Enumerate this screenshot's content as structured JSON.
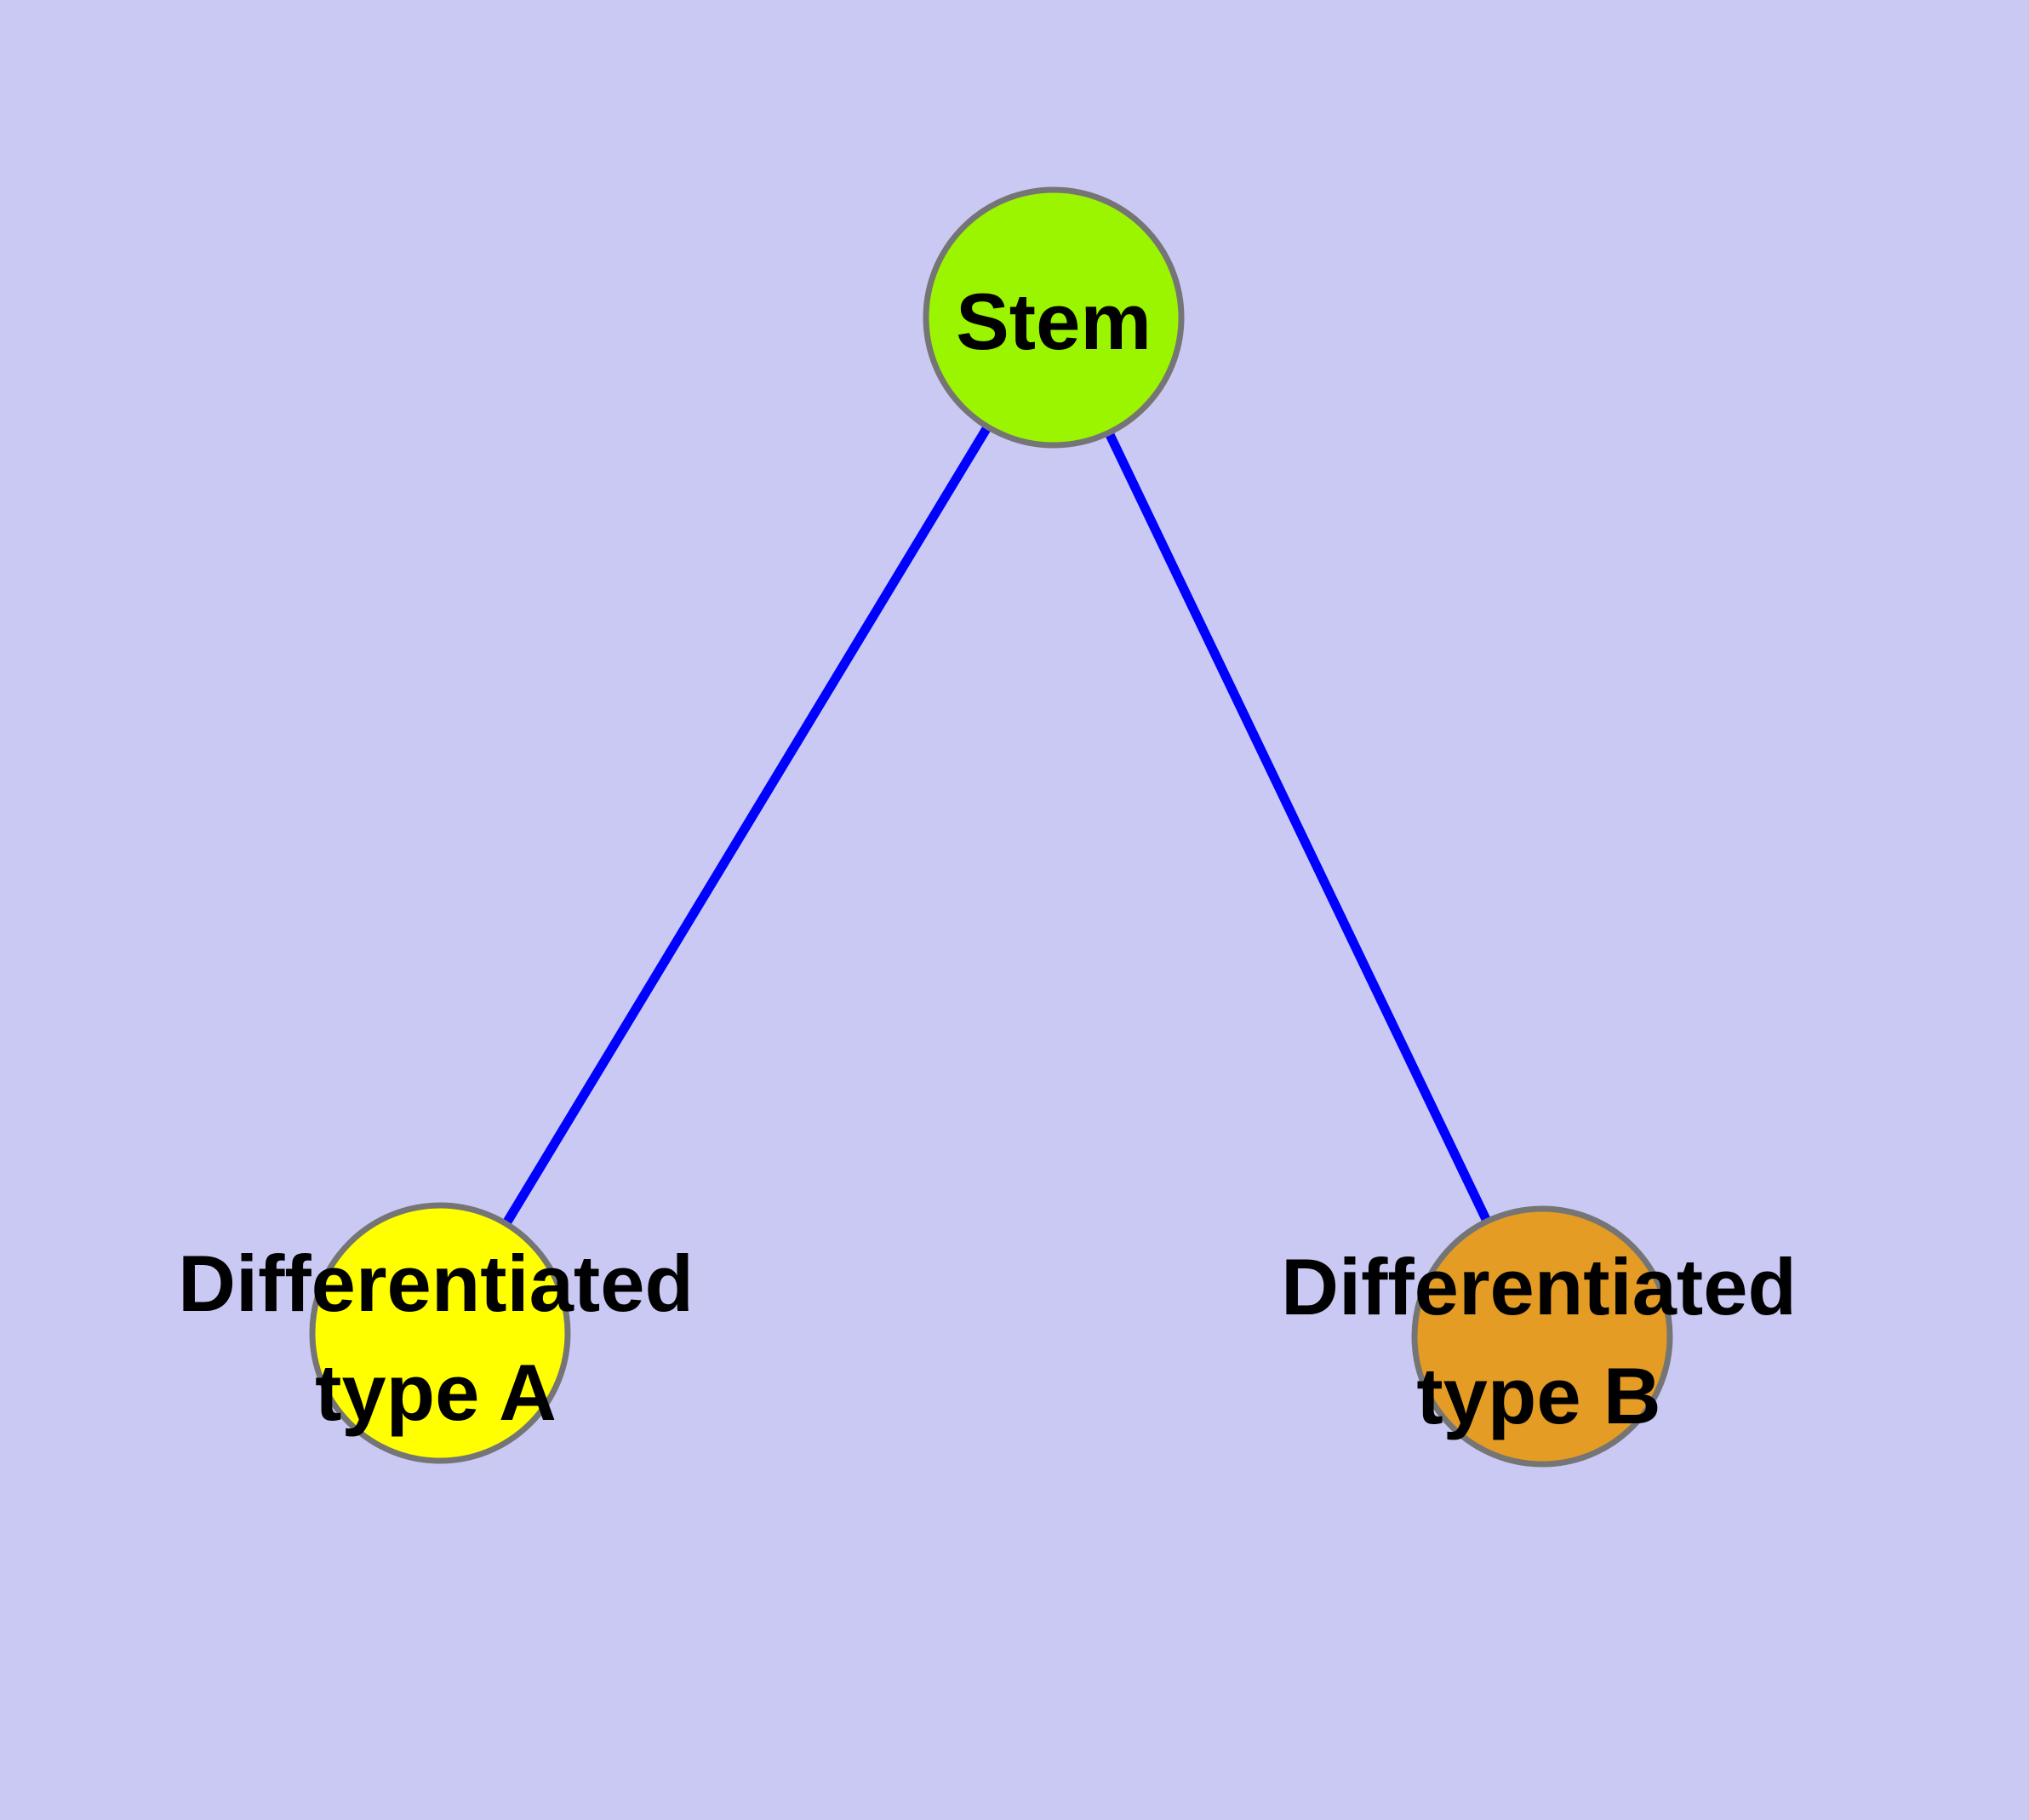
{
  "canvas": {
    "background_color": "#cac9f4"
  },
  "graph": {
    "node_border_color": "#757575",
    "edge_color": "#0000ff",
    "label_color": "#000000",
    "nodes": {
      "stem": {
        "label": "Stem",
        "fill": "#9bf500"
      },
      "type_a": {
        "label_line1": "Differentiated",
        "label_line2": "type A",
        "fill": "#ffff00"
      },
      "type_b": {
        "label_line1": "Differentiated",
        "label_line2": "type B",
        "fill": "#e49c24"
      }
    },
    "edges": [
      {
        "from": "Stem",
        "to": "Differentiated type A"
      },
      {
        "from": "Stem",
        "to": "Differentiated type B"
      }
    ]
  }
}
